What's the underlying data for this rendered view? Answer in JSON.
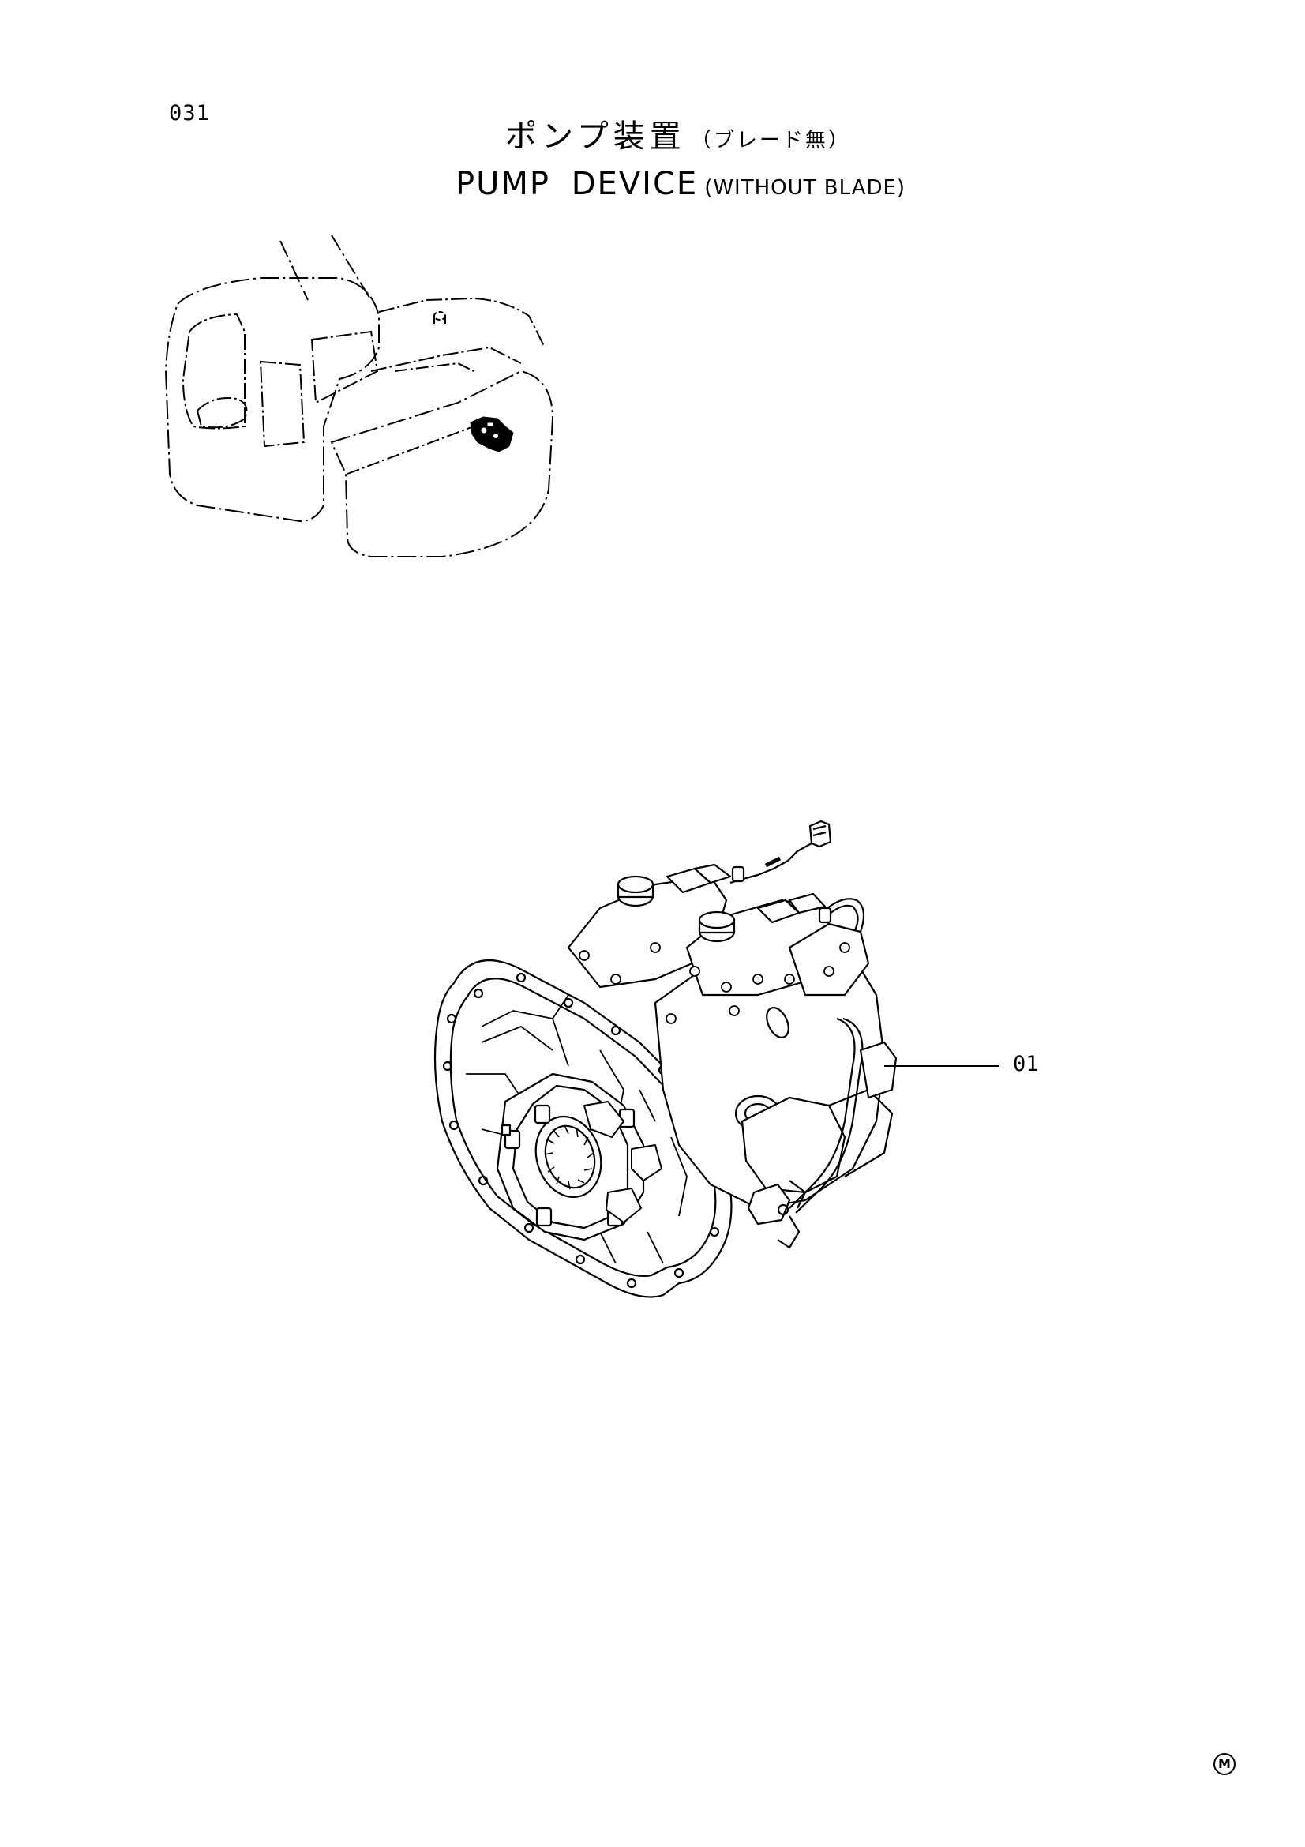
{
  "page_number": "031",
  "title": {
    "jp": "ポンプ装置",
    "jp_sub": "（ブレード無）",
    "en": "PUMP DEVICE",
    "en_sub": "(WITHOUT BLADE)"
  },
  "parts": [
    {
      "ref": "01",
      "icon": "hydraulic-pump-icon"
    }
  ],
  "locator": {
    "icon": "excavator-upperstructure-icon"
  },
  "mark": "M"
}
